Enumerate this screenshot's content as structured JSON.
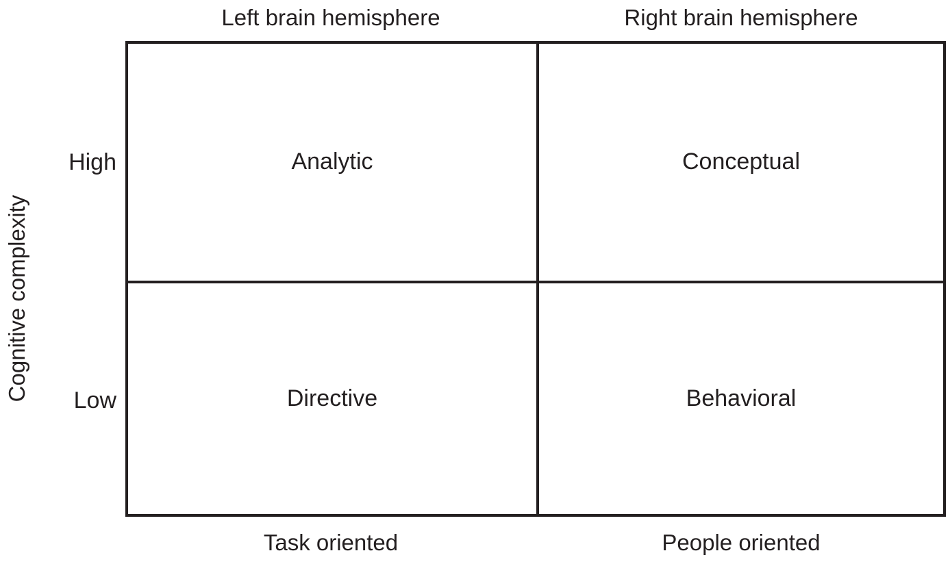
{
  "chart_data": {
    "type": "table",
    "title": "",
    "xlabel": "",
    "ylabel": "Cognitive complexity",
    "grid": true,
    "legend": "none",
    "description": "Two-by-two decision-style matrix mapping cognitive complexity against task/people orientation",
    "x_axis": {
      "title_top_left": "Left brain hemisphere",
      "title_top_right": "Right brain hemisphere",
      "title_bottom_left": "Task oriented",
      "title_bottom_right": "People oriented",
      "categories": [
        "Task oriented",
        "People oriented"
      ],
      "top_categories": [
        "Left brain hemisphere",
        "Right brain hemisphere"
      ]
    },
    "y_axis": {
      "title": "Cognitive complexity",
      "categories": [
        "High",
        "Low"
      ]
    },
    "cells": [
      {
        "row": "High",
        "column": "Task oriented",
        "value": "Analytic"
      },
      {
        "row": "High",
        "column": "People oriented",
        "value": "Conceptual"
      },
      {
        "row": "Low",
        "column": "Task oriented",
        "value": "Directive"
      },
      {
        "row": "Low",
        "column": "People oriented",
        "value": "Behavioral"
      }
    ]
  },
  "headers": {
    "top_left": "Left brain hemisphere",
    "top_right": "Right brain hemisphere"
  },
  "axis": {
    "y_title": "Cognitive complexity",
    "y_high": "High",
    "y_low": "Low",
    "x_left": "Task oriented",
    "x_right": "People oriented"
  },
  "quadrants": {
    "top_left": "Analytic",
    "top_right": "Conceptual",
    "bottom_left": "Directive",
    "bottom_right": "Behavioral"
  },
  "colors": {
    "border": "#231f20",
    "text": "#231f20",
    "background": "#ffffff"
  }
}
